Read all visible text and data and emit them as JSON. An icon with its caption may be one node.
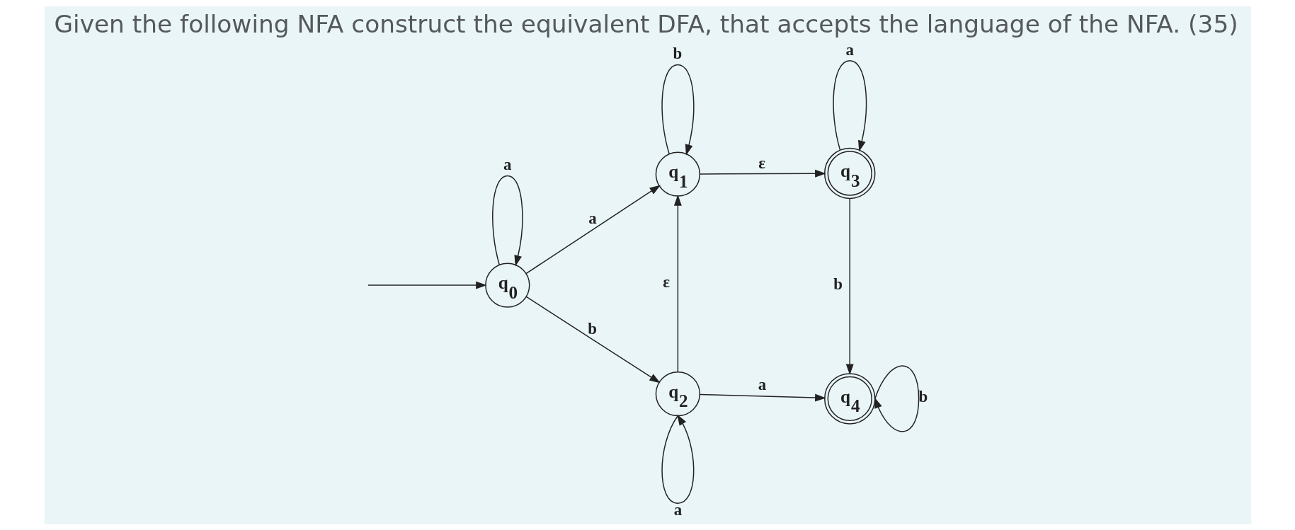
{
  "diagram": {
    "title": "Given the following NFA construct the equivalent DFA, that accepts the language of the NFA. (35)",
    "nodes": [
      {
        "text": [
          "q$_{0}$"
        ]
      },
      {
        "text": [
          "q$_{1}$"
        ]
      },
      {
        "text": [
          "q$_{2}$"
        ]
      },
      {
        "text": [
          "q$_{3}$"
        ]
      },
      {
        "text": [
          "q$_{4}$"
        ]
      }
    ],
    "edges": [
      {
        "from": null,
        "to": 0,
        "arrow": "to"
      },
      {
        "from": 0,
        "to": 0,
        "arrow": "to",
        "label": "a"
      },
      {
        "from": 0,
        "to": 1,
        "arrow": "to",
        "label": "a"
      },
      {
        "from": 0,
        "to": 2,
        "arrow": "to",
        "label": "b"
      },
      {
        "from": 1,
        "to": 1,
        "arrow": "to",
        "label": "b"
      },
      {
        "from": 2,
        "to": 1,
        "arrow": "to",
        "label": "ε"
      },
      {
        "from": 1,
        "to": 3,
        "arrow": "to",
        "label": "ε"
      },
      {
        "from": 2,
        "to": 2,
        "arrow": "to",
        "label": "a"
      },
      {
        "from": 2,
        "to": 4,
        "arrow": "to",
        "label": "a"
      },
      {
        "from": 3,
        "to": 3,
        "arrow": "to",
        "label": "a"
      },
      {
        "from": 3,
        "to": 4,
        "arrow": "to",
        "label": "b"
      },
      {
        "from": 4,
        "to": 4,
        "arrow": "to",
        "label": "b"
      }
    ]
  }
}
